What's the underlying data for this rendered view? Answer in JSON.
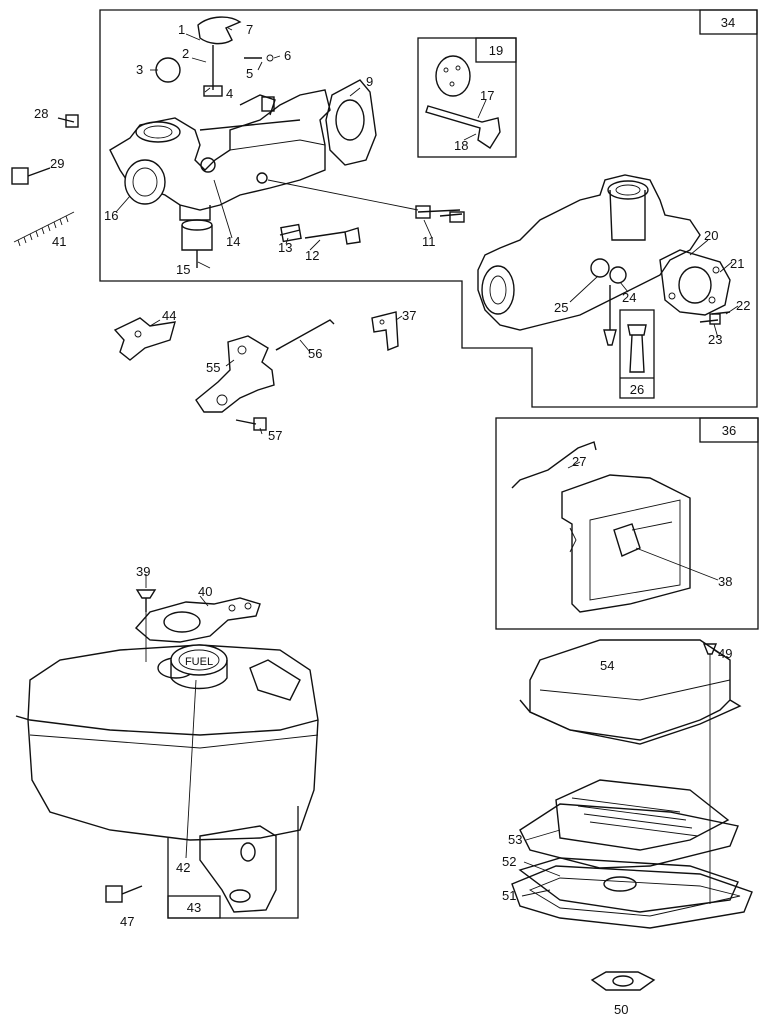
{
  "diagram": {
    "group_labels": {
      "carburetor_group": "34",
      "primer_kit": "19",
      "tank_bracket": "43",
      "filter_group": "36",
      "float_box": "26"
    },
    "parts": {
      "p1": "1",
      "p2": "2",
      "p3": "3",
      "p4": "4",
      "p5": "5",
      "p6": "6",
      "p7": "7",
      "p9": "9",
      "p11": "11",
      "p12": "12",
      "p13": "13",
      "p14": "14",
      "p15": "15",
      "p16": "16",
      "p17": "17",
      "p18": "18",
      "p20": "20",
      "p21": "21",
      "p22": "22",
      "p23": "23",
      "p24": "24",
      "p25": "25",
      "p27": "27",
      "p28": "28",
      "p29": "29",
      "p37": "37",
      "p38": "38",
      "p39": "39",
      "p40": "40",
      "p41": "41",
      "p42": "42",
      "p44": "44",
      "p47": "47",
      "p49": "49",
      "p50": "50",
      "p51": "51",
      "p52": "52",
      "p53": "53",
      "p54": "54",
      "p55": "55",
      "p56": "56",
      "p57": "57"
    },
    "fuel_cap_text": "FUEL"
  }
}
